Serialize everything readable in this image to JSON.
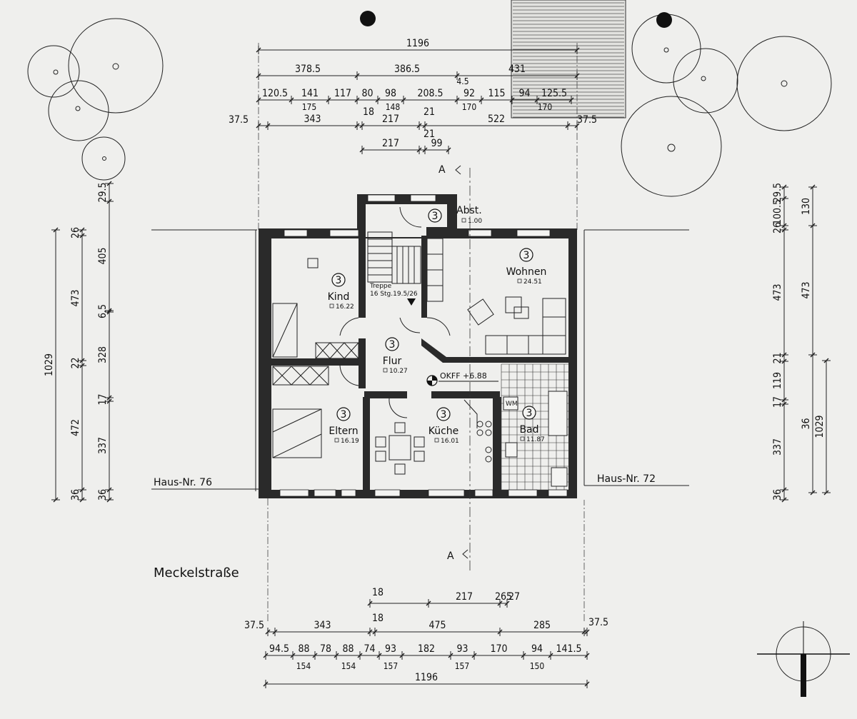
{
  "street": "Meckelstraße",
  "neighbors": {
    "left": "Haus-Nr. 76",
    "right": "Haus-Nr. 72"
  },
  "section_marker": "A",
  "level_marker": "OKFF +6.88",
  "rooms": [
    {
      "key": "kind",
      "number": "3",
      "name": "Kind",
      "area": "16.22"
    },
    {
      "key": "flur",
      "number": "3",
      "name": "Flur",
      "area": "10.27"
    },
    {
      "key": "wohnen",
      "number": "3",
      "name": "Wohnen",
      "area": "24.51"
    },
    {
      "key": "eltern",
      "number": "3",
      "name": "Eltern",
      "area": "16.19"
    },
    {
      "key": "kueche",
      "number": "3",
      "name": "Küche",
      "area": "16.01"
    },
    {
      "key": "bad",
      "number": "3",
      "name": "Bad",
      "area": "11.87"
    },
    {
      "key": "abst",
      "number": "3",
      "name": "Abst.",
      "area": "1.00"
    }
  ],
  "stair": {
    "line1": "Treppe",
    "line2": "16 Stg.19.5/26"
  },
  "appliance": "WM",
  "dims_top": {
    "overall": "1196",
    "row2": [
      "378.5",
      "386.5",
      "431"
    ],
    "small": "4.5",
    "row3": [
      "120.5",
      "141",
      "117",
      "80",
      "98",
      "208.5",
      "92",
      "115",
      "94",
      "125.5"
    ],
    "row3_sub": [
      "175",
      "148",
      "170",
      "170"
    ],
    "row4": [
      "37.5",
      "343",
      "18",
      "217",
      "21",
      "522",
      "37.5"
    ],
    "row5_extra": "21",
    "row5": [
      "217",
      "99"
    ]
  },
  "dims_bottom": {
    "row1": [
      "18",
      "217",
      "265",
      "27"
    ],
    "row2": [
      "37.5",
      "343",
      "18",
      "475",
      "285",
      "37.5"
    ],
    "row3": [
      "94.5",
      "88",
      "78",
      "88",
      "74",
      "93",
      "182",
      "93",
      "170",
      "94",
      "141.5"
    ],
    "row3_sub": [
      "154",
      "154",
      "157",
      "157",
      "150"
    ],
    "overall": "1196"
  },
  "dims_left": {
    "overall": "1029",
    "outer": [
      "26",
      "473",
      "22",
      "472",
      "36"
    ],
    "inner": [
      "29.5",
      "405",
      "6.5",
      "328",
      "17",
      "337",
      "36"
    ]
  },
  "dims_right": {
    "overall": "1029",
    "outer": [
      "29.5",
      "100.5",
      "26",
      "473",
      "21",
      "119",
      "17",
      "337",
      "36"
    ],
    "inner": [
      "130",
      "473",
      "36"
    ]
  }
}
